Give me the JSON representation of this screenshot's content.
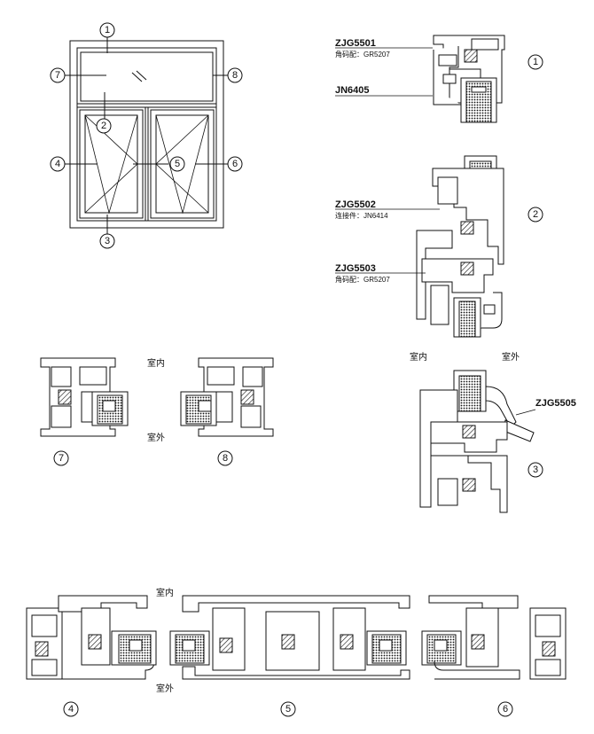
{
  "callouts": [
    "1",
    "2",
    "3",
    "4",
    "5",
    "6",
    "7",
    "8"
  ],
  "parts": {
    "zjg5501": "ZJG5501",
    "zjg5501_note": "角码配：GR5207",
    "jn6405": "JN6405",
    "zjg5502": "ZJG5502",
    "zjg5502_note": "连接件：JN6414",
    "zjg5503": "ZJG5503",
    "zjg5503_note": "角码配：GR5207",
    "zjg5505": "ZJG5505"
  },
  "side_labels": {
    "inside": "室内",
    "outside": "室外"
  },
  "colors": {
    "line": "#111111",
    "glass_hatch": "#111111"
  }
}
